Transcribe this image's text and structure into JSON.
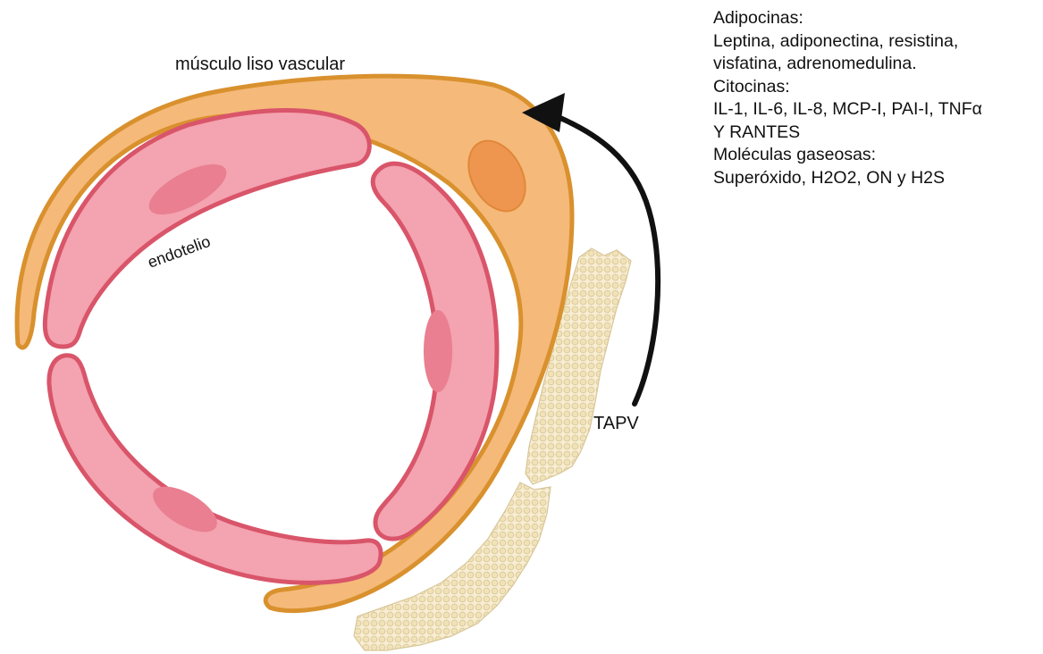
{
  "labels": {
    "smooth_muscle": "músculo liso vascular",
    "endothelium": "endotelio",
    "pvat": "TAPV"
  },
  "legend": {
    "adipokines_heading": "Adipocinas:",
    "adipokines_line1": "Leptina, adiponectina, resistina,",
    "adipokines_line2": "visfatina, adrenomedulina.",
    "cytokines_heading": "Citocinas:",
    "cytokines_line1": "IL-1, IL-6, IL-8, MCP-I, PAI-I, TNFα",
    "cytokines_line2": "Y RANTES",
    "gases_heading": "Moléculas gaseosas:",
    "gases_line1": "Superóxido, H2O2, ON y H2S"
  },
  "colors": {
    "muscle_fill": "#F5B97A",
    "muscle_stroke": "#D9912E",
    "muscle_nucleus": "#EE9550",
    "endothelium_fill": "#F4A3B0",
    "endothelium_stroke": "#D9556A",
    "endothelium_nucleus": "#E97F90",
    "pvat_fill": "#F3E6C3",
    "pvat_stroke": "#D9C79A",
    "arrow": "#111111"
  }
}
